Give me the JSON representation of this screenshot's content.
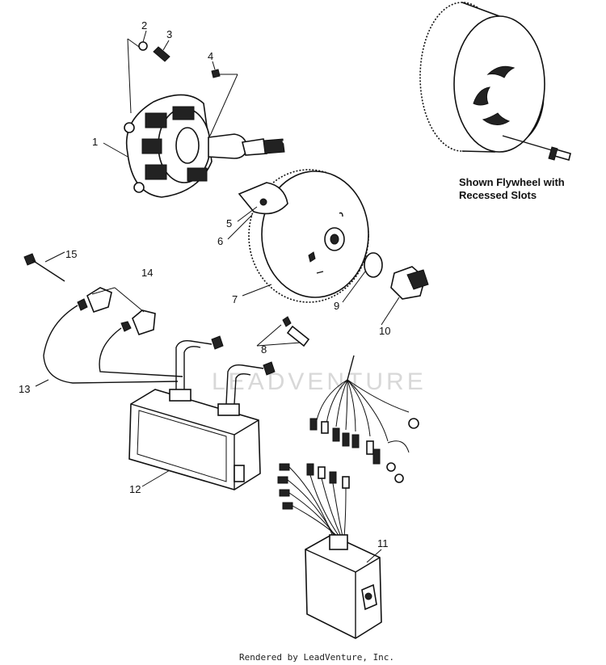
{
  "callouts": [
    {
      "id": "c1",
      "label": "1"
    },
    {
      "id": "c2",
      "label": "2"
    },
    {
      "id": "c3",
      "label": "3"
    },
    {
      "id": "c4",
      "label": "4"
    },
    {
      "id": "c5",
      "label": "5"
    },
    {
      "id": "c6",
      "label": "6"
    },
    {
      "id": "c7",
      "label": "7"
    },
    {
      "id": "c8",
      "label": "8"
    },
    {
      "id": "c9",
      "label": "9"
    },
    {
      "id": "c10",
      "label": "10"
    },
    {
      "id": "c11",
      "label": "11"
    },
    {
      "id": "c12",
      "label": "12"
    },
    {
      "id": "c13",
      "label": "13"
    },
    {
      "id": "c14",
      "label": "14"
    },
    {
      "id": "c15",
      "label": "15"
    }
  ],
  "note": {
    "line1": "Shown Flywheel with",
    "line2": "Recessed Slots"
  },
  "watermark": "LEADVENTURE",
  "footer": "Rendered by LeadVenture, Inc."
}
